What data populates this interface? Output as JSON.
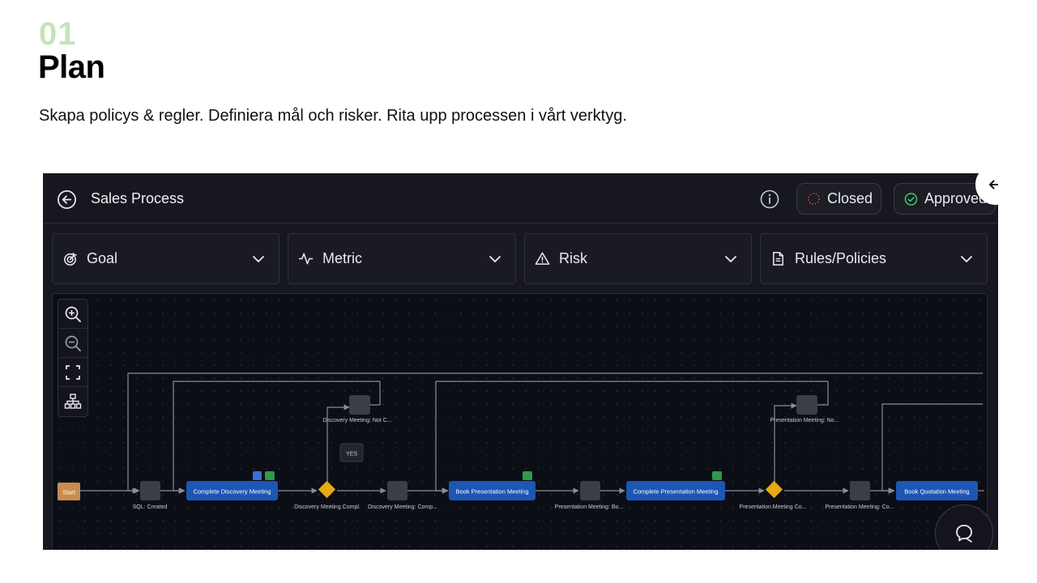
{
  "slide": {
    "step_number": "01",
    "step_title": "Plan",
    "description": "Skapa policys & regler. Definiera mål och risker. Rita upp processen i vårt verktyg."
  },
  "header": {
    "title": "Sales Process",
    "status_closed": "Closed",
    "status_approved": "Approved"
  },
  "filters": [
    {
      "label": "Goal",
      "icon": "goal-icon"
    },
    {
      "label": "Metric",
      "icon": "activity-icon"
    },
    {
      "label": "Risk",
      "icon": "warning-icon"
    },
    {
      "label": "Rules/Policies",
      "icon": "document-icon"
    }
  ],
  "flow": {
    "start": "Start",
    "nodes": {
      "complete_discovery": "Complete Discovery Meeting",
      "book_presentation": "Book Presentation Meeting",
      "complete_presentation": "Complete Presentation Meeting",
      "book_quotation": "Book Quotation Meeting"
    },
    "labels": {
      "sql_created": "SQL: Created",
      "discovery_not": "Discovery Meeting: Not C...",
      "discovery_compl": "Discovery Meeting Compl.",
      "discovery_comp2": "Discovery Meeting: Comp...",
      "presentation_bo": "Presentation Meeting: Bo...",
      "presentation_no": "Presentation Meeting: No...",
      "presentation_co": "Presentation Meeting Co...",
      "presentation_co2": "Presentation Meeting: Co..."
    },
    "yes_label": "YES"
  },
  "colors": {
    "start_node": "#c98b4e",
    "task_node": "#1d56b4",
    "gateway": "#e5a913",
    "state_node": "#3b3e47",
    "edge": "#8a8d96",
    "closed_dot": "#e04b4b",
    "approved_check": "#3fcf6a"
  }
}
